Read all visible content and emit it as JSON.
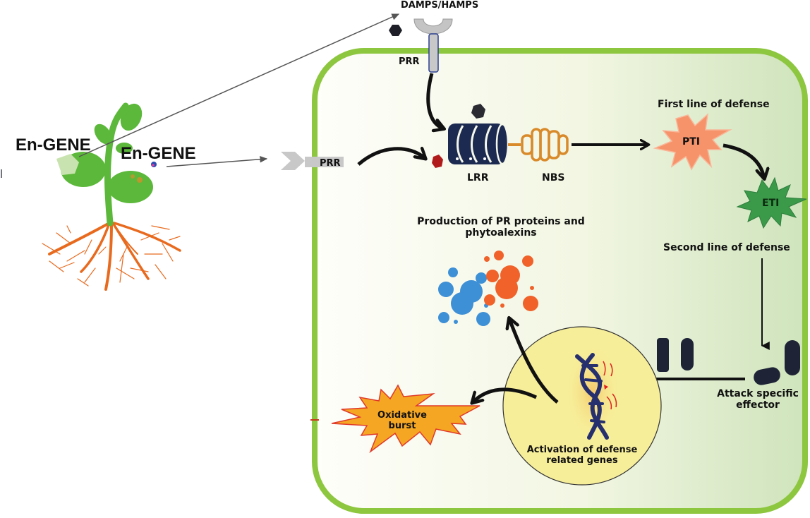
{
  "diagram": {
    "title": "Plant immune defense activated by endophyte genes",
    "colors": {
      "cell_wall": "#8dc63f",
      "cell_fill_left": "#fdfdf5",
      "cell_fill_right": "#d6e8c4",
      "plant_green": "#5cb83a",
      "roots": "#e86a1e",
      "lrr": "#1c2a52",
      "nbs": "#d98a2a",
      "pti": "#f7936a",
      "eti": "#3a9a4a",
      "oxidative": "#f5a623",
      "nucleus": "#f7ee9a",
      "bubble_blue": "#3d8fd6",
      "bubble_orange": "#f0622a",
      "arrow": "#111111",
      "prr_grey": "#c8c8c8"
    },
    "labels": {
      "damps": "DAMPS/HAMPS",
      "prr_top": "PRR",
      "prr_left": "PRR",
      "en_gene_1": "En-GENE",
      "en_gene_2": "En-GENE",
      "lrr": "LRR",
      "nbs": "NBS",
      "first_line": "First line of defense",
      "pti": "PTI",
      "eti": "ETI",
      "second_line": "Second line of defense",
      "production_line1": "Production of PR proteins and",
      "production_line2": "phytoalexins",
      "attack_line1": "Attack specific",
      "attack_line2": "effector",
      "activation_line1": "Activation of defense",
      "activation_line2": "related genes",
      "oxidative_line1": "Oxidative",
      "oxidative_line2": "burst"
    }
  }
}
